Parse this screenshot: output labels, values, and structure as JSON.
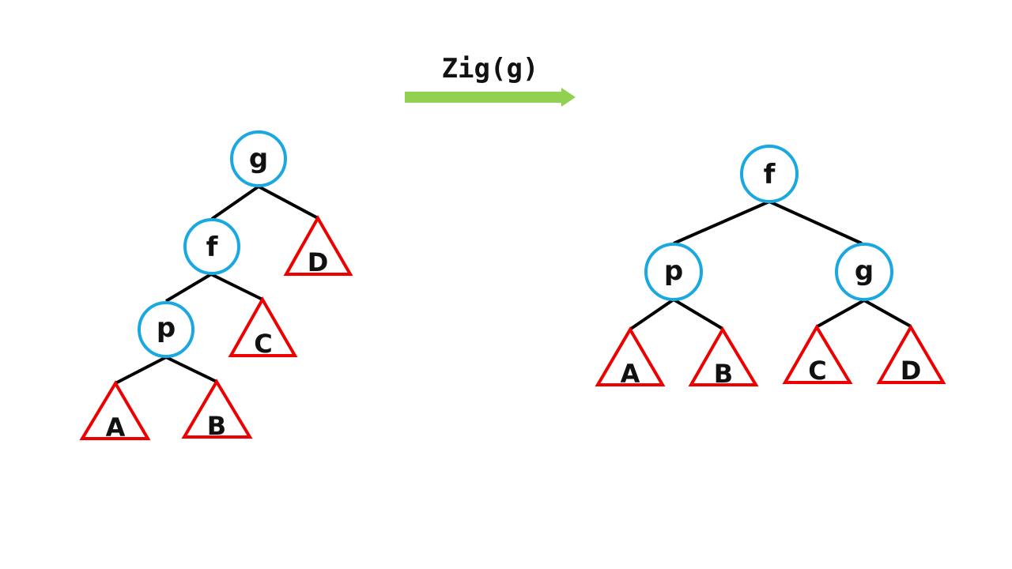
{
  "operation": {
    "label": "Zig(g)",
    "arrow_color": "#92d050"
  },
  "colors": {
    "node_stroke": "#1aa8e0",
    "subtree_stroke": "#ee0000",
    "edge": "#000000"
  },
  "before_tree": {
    "nodes": [
      {
        "id": "g",
        "label": "g"
      },
      {
        "id": "f",
        "label": "f"
      },
      {
        "id": "p",
        "label": "p"
      }
    ],
    "subtrees": [
      {
        "id": "A",
        "label": "A"
      },
      {
        "id": "B",
        "label": "B"
      },
      {
        "id": "C",
        "label": "C"
      },
      {
        "id": "D",
        "label": "D"
      }
    ],
    "edges": [
      [
        "g",
        "f"
      ],
      [
        "g",
        "D"
      ],
      [
        "f",
        "p"
      ],
      [
        "f",
        "C"
      ],
      [
        "p",
        "A"
      ],
      [
        "p",
        "B"
      ]
    ]
  },
  "after_tree": {
    "nodes": [
      {
        "id": "f",
        "label": "f"
      },
      {
        "id": "p",
        "label": "p"
      },
      {
        "id": "g",
        "label": "g"
      }
    ],
    "subtrees": [
      {
        "id": "A",
        "label": "A"
      },
      {
        "id": "B",
        "label": "B"
      },
      {
        "id": "C",
        "label": "C"
      },
      {
        "id": "D",
        "label": "D"
      }
    ],
    "edges": [
      [
        "f",
        "p"
      ],
      [
        "f",
        "g"
      ],
      [
        "p",
        "A"
      ],
      [
        "p",
        "B"
      ],
      [
        "g",
        "C"
      ],
      [
        "g",
        "D"
      ]
    ]
  }
}
